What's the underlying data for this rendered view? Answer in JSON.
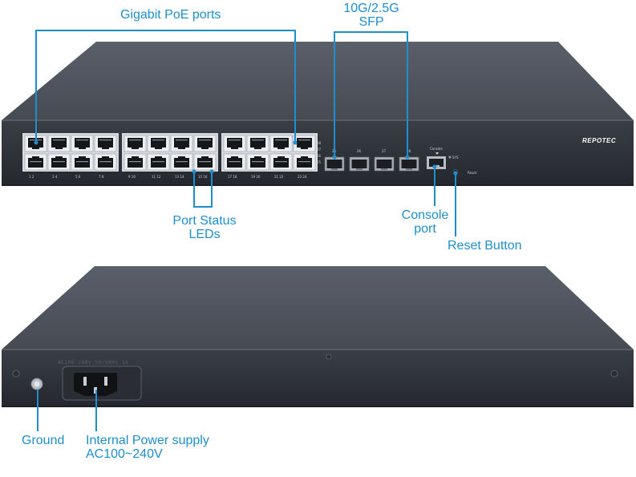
{
  "brand": "REPOTEC",
  "front_panel": {
    "console_silk": "Console",
    "reset_silk": "Reset",
    "sfp_port_numbers": [
      "25",
      "26",
      "27",
      "28"
    ],
    "led_legend": [
      "28",
      "27",
      "26",
      "25"
    ],
    "rj45_port_pairs": [
      "1  2",
      "3  4",
      "5  6",
      "7  8",
      "9  10",
      "11  12",
      "13  14",
      "15  16",
      "17  18",
      "19  20",
      "21  22",
      "23  24"
    ]
  },
  "rear_panel": {
    "power_rating": "AC100-240V 50/60Hz 1A"
  },
  "callouts": {
    "gigabit_poe": "Gigabit PoE ports",
    "sfp": [
      "10G/2.5G",
      "SFP"
    ],
    "port_status_leds": [
      "Port Status",
      "LEDs"
    ],
    "console_port": [
      "Console",
      "port"
    ],
    "reset_button": "Reset Button",
    "ground": "Ground",
    "internal_power": [
      "Internal Power supply",
      "AC100~240V"
    ]
  },
  "colors": {
    "callout": "#1d8fd0",
    "chassis_top": "#4a4f58",
    "chassis_face": "#2f333b"
  }
}
